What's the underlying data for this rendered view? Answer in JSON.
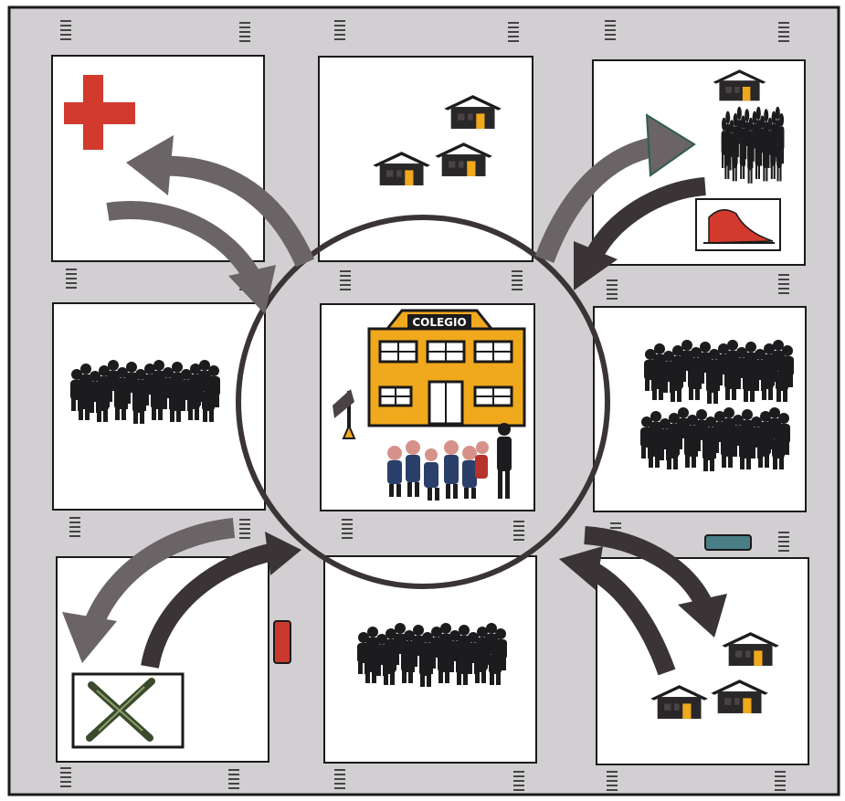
{
  "diagram": {
    "center_sign": "COLEGIO",
    "colors": {
      "board_bg": "#d2cfd2",
      "board_border": "#1a1a1a",
      "panel_bg": "#ffffff",
      "silhouette": "#1c1b1d",
      "arrow_gray": "#6a6467",
      "arrow_dark": "#3a3436",
      "red_cross": "#d23a2e",
      "school_yellow": "#f0a81c",
      "teal_marker": "#4a7e86",
      "red_marker": "#c93a2d"
    },
    "panels": [
      {
        "id": "top-left",
        "content": "red-cross-icon"
      },
      {
        "id": "top-center",
        "content": "houses-icon"
      },
      {
        "id": "top-right",
        "content": "house-crowd-chart-icon"
      },
      {
        "id": "middle-left",
        "content": "crowd-icon"
      },
      {
        "id": "center",
        "content": "school-icon"
      },
      {
        "id": "middle-right",
        "content": "crowd-two-rows-icon"
      },
      {
        "id": "bottom-left",
        "content": "crossed-rifles-icon"
      },
      {
        "id": "bottom-center",
        "content": "crowd-icon"
      },
      {
        "id": "bottom-right",
        "content": "houses-icon"
      }
    ]
  }
}
